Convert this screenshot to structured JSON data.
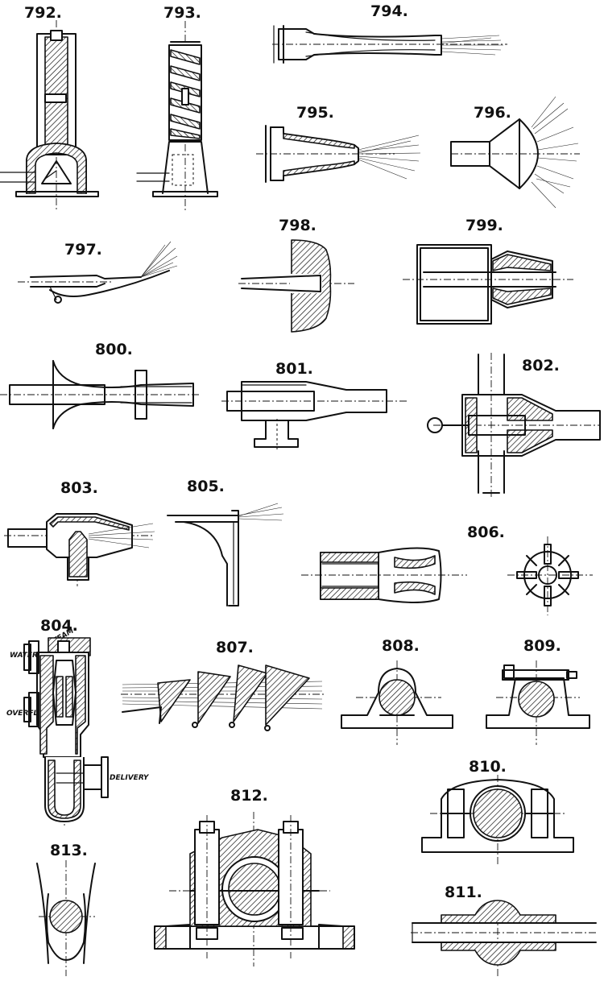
{
  "figures": [
    {
      "key": "f792",
      "number": "792."
    },
    {
      "key": "f793",
      "number": "793."
    },
    {
      "key": "f794",
      "number": "794."
    },
    {
      "key": "f795",
      "number": "795."
    },
    {
      "key": "f796",
      "number": "796."
    },
    {
      "key": "f797",
      "number": "797."
    },
    {
      "key": "f798",
      "number": "798."
    },
    {
      "key": "f799",
      "number": "799."
    },
    {
      "key": "f800",
      "number": "800."
    },
    {
      "key": "f801",
      "number": "801."
    },
    {
      "key": "f802",
      "number": "802."
    },
    {
      "key": "f803",
      "number": "803."
    },
    {
      "key": "f805",
      "number": "805."
    },
    {
      "key": "f806",
      "number": "806."
    },
    {
      "key": "f804",
      "number": "804."
    },
    {
      "key": "f807",
      "number": "807."
    },
    {
      "key": "f808",
      "number": "808."
    },
    {
      "key": "f809",
      "number": "809."
    },
    {
      "key": "f810",
      "number": "810."
    },
    {
      "key": "f812",
      "number": "812."
    },
    {
      "key": "f813",
      "number": "813."
    },
    {
      "key": "f811",
      "number": "811."
    }
  ],
  "labels_804": {
    "steam": "STEAM",
    "water": "WATER",
    "overflow": "OVERFLOW",
    "delivery": "DELIVERY"
  }
}
